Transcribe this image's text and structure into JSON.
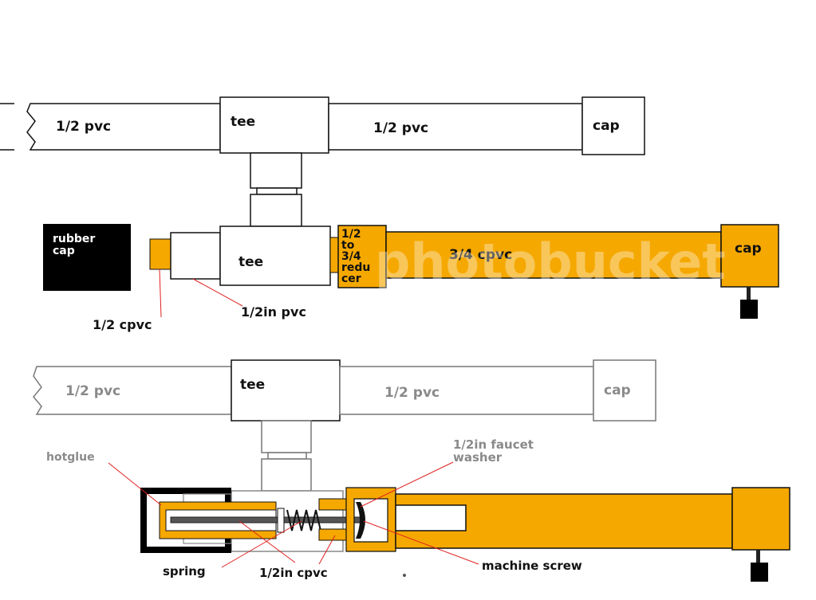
{
  "colors": {
    "pvc": "#ffffff",
    "cpvc": "#f5a800",
    "outline": "#111111",
    "rubber": "#000000",
    "leader": "#e02020",
    "rod": "#555555"
  },
  "watermark": "photobucket",
  "top_assembly": {
    "upper_row": {
      "left_pipe": "1/2 pvc",
      "tee": "tee",
      "right_pipe": "1/2 pvc",
      "cap": "cap"
    },
    "lower_row": {
      "rubber_cap": "rubber\ncap",
      "tee": "tee",
      "reducer": "1/2\nto\n3/4\nredu\ncer",
      "cpvc_pipe": "3/4 cpvc",
      "cap": "cap",
      "callouts": {
        "half_cpvc": "1/2 cpvc",
        "half_in_pvc": "1/2in pvc"
      }
    }
  },
  "bottom_assembly": {
    "upper_row": {
      "left_pipe": "1/2 pvc",
      "tee": "tee",
      "right_pipe": "1/2 pvc",
      "cap": "cap"
    },
    "callouts": {
      "hotglue": "hotglue",
      "washer": "1/2in faucet\nwasher",
      "spring": "spring",
      "half_in_cpvc": "1/2in cpvc",
      "machine_screw": "machine screw"
    }
  }
}
